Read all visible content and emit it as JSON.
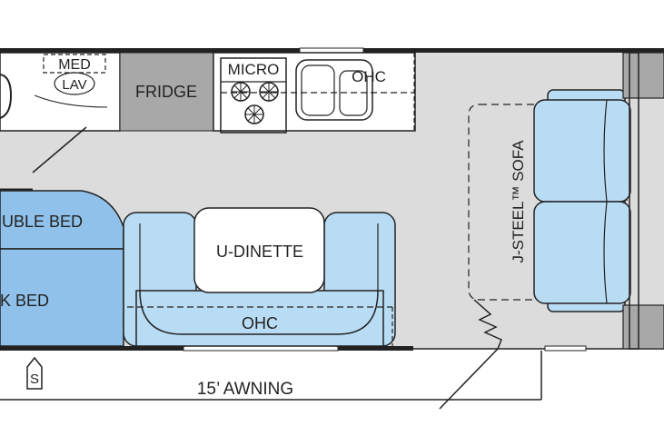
{
  "labels": {
    "med_lav_top": "MED",
    "med_lav_bottom": "LAV",
    "fridge": "FRIDGE",
    "micro": "MICRO",
    "ohc_kitchen": "OHC",
    "sofa": "J-STEEL™ SOFA",
    "double_bed": "UBLE BED",
    "bunk_bed": "K BED",
    "u_dinette": "U-DINETTE",
    "ohc_dinette": "OHC",
    "awning": "15’ AWNING",
    "s_symbol": "S"
  },
  "colors": {
    "floor": "#dcdcdc",
    "wall": "#222222",
    "light_blue": "#b9dcf5",
    "mid_blue": "#8fc1ea",
    "appliance_gray": "#a8a8a8",
    "white": "#ffffff"
  }
}
